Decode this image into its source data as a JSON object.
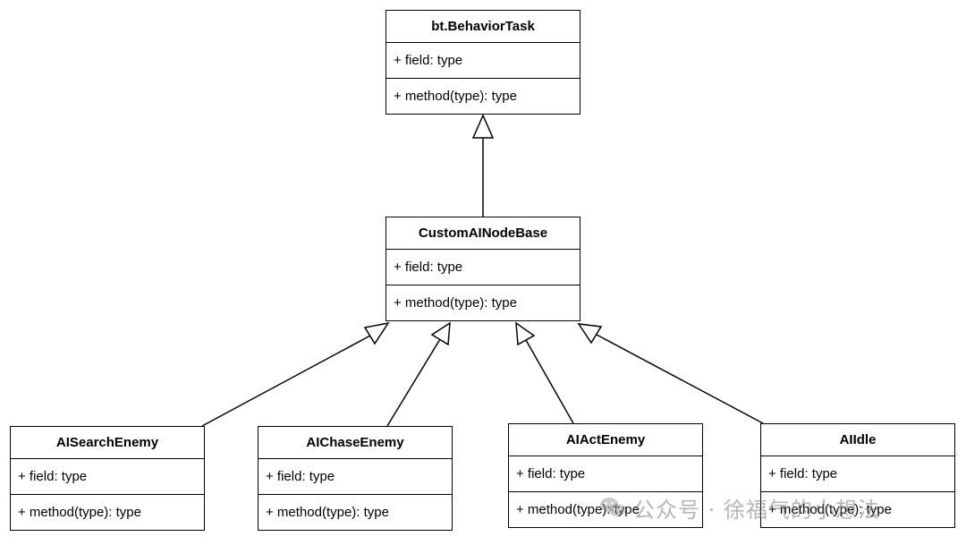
{
  "classes": {
    "behavior_task": {
      "name": "bt.BehaviorTask",
      "field": "+ field: type",
      "method": "+ method(type): type"
    },
    "custom_ai_node_base": {
      "name": "CustomAINodeBase",
      "field": "+ field: type",
      "method": "+ method(type): type"
    },
    "ai_search_enemy": {
      "name": "AISearchEnemy",
      "field": "+ field: type",
      "method": "+ method(type): type"
    },
    "ai_chase_enemy": {
      "name": "AIChaseEnemy",
      "field": "+ field: type",
      "method": "+ method(type): type"
    },
    "ai_act_enemy": {
      "name": "AIActEnemy",
      "field": "+ field: type",
      "method": "+ method(type): type"
    },
    "ai_idle": {
      "name": "AIIdle",
      "field": "+ field: type",
      "method": "+ method(type): type"
    }
  },
  "relations": [
    {
      "from": "CustomAINodeBase",
      "to": "bt.BehaviorTask",
      "type": "generalization"
    },
    {
      "from": "AISearchEnemy",
      "to": "CustomAINodeBase",
      "type": "generalization"
    },
    {
      "from": "AIChaseEnemy",
      "to": "CustomAINodeBase",
      "type": "generalization"
    },
    {
      "from": "AIActEnemy",
      "to": "CustomAINodeBase",
      "type": "generalization"
    },
    {
      "from": "AIIdle",
      "to": "CustomAINodeBase",
      "type": "generalization"
    }
  ],
  "watermark": {
    "text": "公众号 · 徐福气的小想法",
    "icon": "wechat-icon"
  },
  "colors": {
    "line": "#000000",
    "background": "#ffffff",
    "watermark": "#8a8a8a"
  }
}
